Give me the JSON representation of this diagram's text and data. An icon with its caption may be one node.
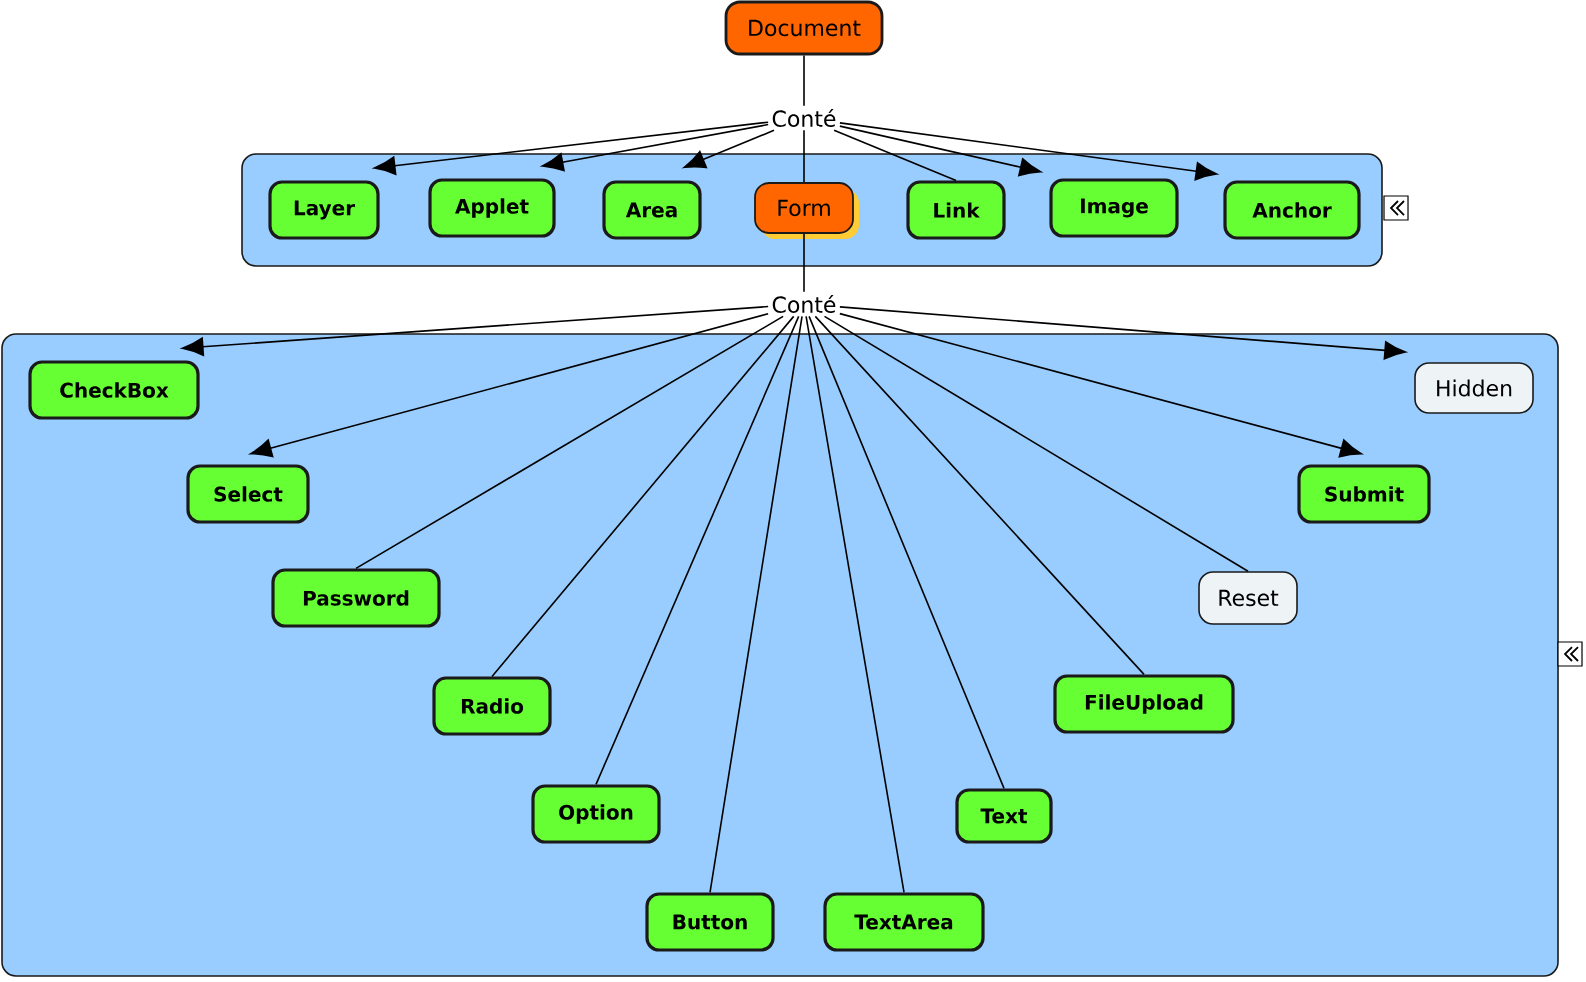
{
  "diagram": {
    "nodes": [
      {
        "text": [
          "Document"
        ]
      },
      {
        "text": [
          "Conté"
        ]
      },
      {
        "text": [],
        "shape": "box"
      },
      {
        "text": [
          "Layer"
        ],
        "in": 2
      },
      {
        "text": [
          "Applet"
        ],
        "in": 2
      },
      {
        "text": [
          "Area"
        ],
        "in": 2
      },
      {
        "text": [
          "Form"
        ],
        "in": 2
      },
      {
        "text": [
          "Link"
        ],
        "in": 2
      },
      {
        "text": [
          "Image"
        ],
        "in": 2
      },
      {
        "text": [
          "Anchor"
        ],
        "in": 2
      },
      {
        "text": [
          "Conté"
        ]
      },
      {
        "text": [],
        "shape": "box"
      },
      {
        "text": [
          "CheckBox"
        ],
        "in": 11
      },
      {
        "text": [
          "Hidden"
        ],
        "in": 11
      },
      {
        "text": [
          "Select"
        ],
        "in": 11
      },
      {
        "text": [
          "Submit"
        ],
        "in": 11
      },
      {
        "text": [
          "Password"
        ],
        "in": 11
      },
      {
        "text": [
          "Reset"
        ],
        "in": 11
      },
      {
        "text": [
          "Radio"
        ],
        "in": 11
      },
      {
        "text": [
          "FileUpload"
        ],
        "in": 11
      },
      {
        "text": [
          "Option"
        ],
        "in": 11
      },
      {
        "text": [
          "Text"
        ],
        "in": 11
      },
      {
        "text": [
          "Button"
        ],
        "in": 11
      },
      {
        "text": [
          "TextArea"
        ],
        "in": 11
      }
    ],
    "edges": [
      {
        "from": 0,
        "to": 1,
        "arrow": "none"
      },
      {
        "from": 1,
        "to": 3,
        "arrow": "to"
      },
      {
        "from": 1,
        "to": 4,
        "arrow": "to"
      },
      {
        "from": 1,
        "to": 5,
        "arrow": "to"
      },
      {
        "from": 1,
        "to": 6,
        "arrow": "none"
      },
      {
        "from": 1,
        "to": 7,
        "arrow": "none"
      },
      {
        "from": 1,
        "to": 8,
        "arrow": "to"
      },
      {
        "from": 1,
        "to": 9,
        "arrow": "to"
      },
      {
        "from": 6,
        "to": 10,
        "arrow": "none"
      },
      {
        "from": 10,
        "to": 12,
        "arrow": "to"
      },
      {
        "from": 10,
        "to": 14,
        "arrow": "to"
      },
      {
        "from": 10,
        "to": 16,
        "arrow": "none"
      },
      {
        "from": 10,
        "to": 18,
        "arrow": "none"
      },
      {
        "from": 10,
        "to": 20,
        "arrow": "none"
      },
      {
        "from": 10,
        "to": 22,
        "arrow": "none"
      },
      {
        "from": 10,
        "to": 23,
        "arrow": "none"
      },
      {
        "from": 10,
        "to": 21,
        "arrow": "none"
      },
      {
        "from": 10,
        "to": 19,
        "arrow": "none"
      },
      {
        "from": 10,
        "to": 17,
        "arrow": "none"
      },
      {
        "from": 10,
        "to": 15,
        "arrow": "to"
      },
      {
        "from": 10,
        "to": 13,
        "arrow": "to"
      }
    ]
  }
}
